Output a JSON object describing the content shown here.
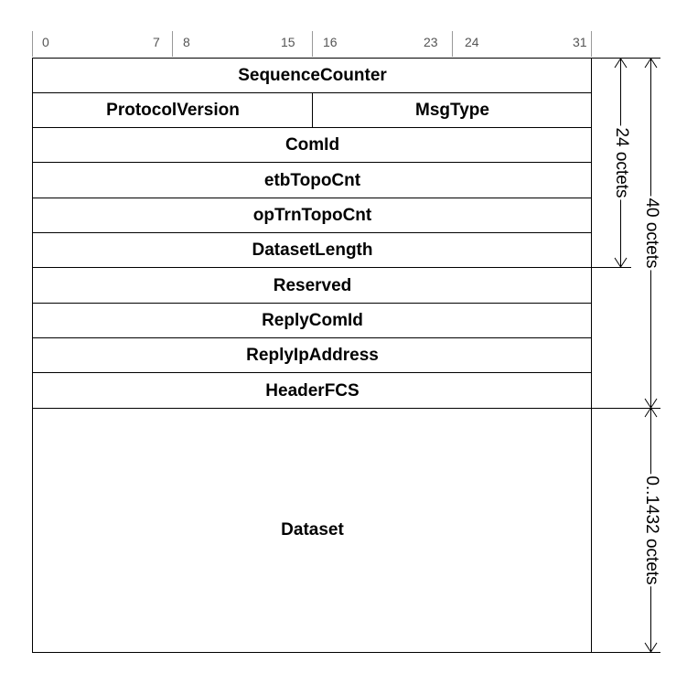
{
  "bit_labels": {
    "b0": "0",
    "b7": "7",
    "b8": "8",
    "b15": "15",
    "b16": "16",
    "b23": "23",
    "b24": "24",
    "b31": "31"
  },
  "fields": {
    "sequence_counter": "SequenceCounter",
    "protocol_version": "ProtocolVersion",
    "msg_type": "MsgType",
    "com_id": "ComId",
    "etb_topo_cnt": "etbTopoCnt",
    "op_trn_topo_cnt": "opTrnTopoCnt",
    "dataset_length": "DatasetLength",
    "reserved": "Reserved",
    "reply_com_id": "ReplyComId",
    "reply_ip_address": "ReplyIpAddress",
    "header_fcs": "HeaderFCS",
    "dataset": "Dataset"
  },
  "dimensions": {
    "octets_24": "24 octets",
    "octets_40": "40 octets",
    "octets_dataset": "0..1432 octets"
  }
}
